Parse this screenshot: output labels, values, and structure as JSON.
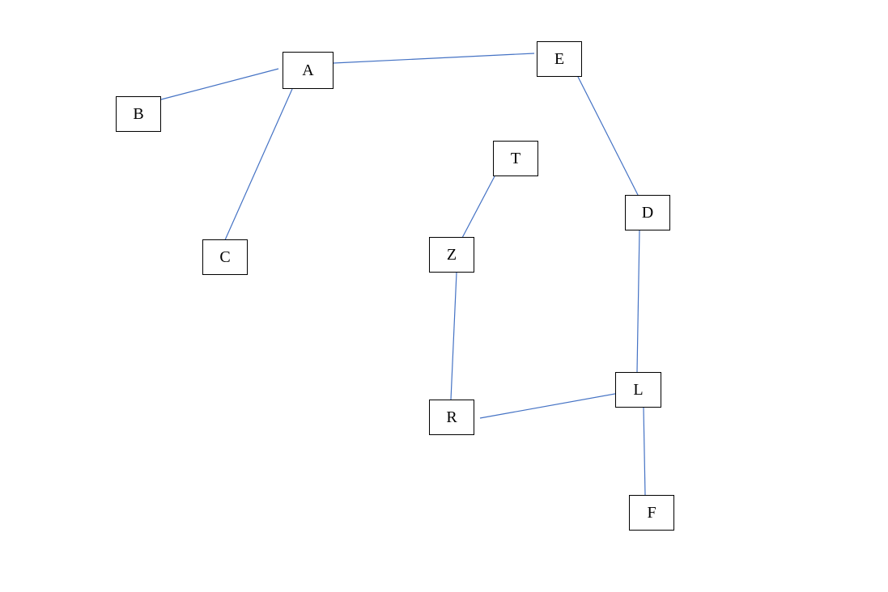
{
  "nodes": {
    "A": {
      "label": "A"
    },
    "B": {
      "label": "B"
    },
    "C": {
      "label": "C"
    },
    "E": {
      "label": "E"
    },
    "T": {
      "label": "T"
    },
    "D": {
      "label": "D"
    },
    "Z": {
      "label": "Z"
    },
    "L": {
      "label": "L"
    },
    "R": {
      "label": "R"
    },
    "F": {
      "label": "F"
    }
  },
  "edges": [
    {
      "from": "A",
      "to": "B"
    },
    {
      "from": "A",
      "to": "C"
    },
    {
      "from": "A",
      "to": "E"
    },
    {
      "from": "E",
      "to": "D"
    },
    {
      "from": "D",
      "to": "L"
    },
    {
      "from": "T",
      "to": "Z"
    },
    {
      "from": "Z",
      "to": "R"
    },
    {
      "from": "R",
      "to": "L"
    },
    {
      "from": "L",
      "to": "F"
    }
  ],
  "colors": {
    "edge": "#4472c4",
    "node_border": "#000000"
  }
}
